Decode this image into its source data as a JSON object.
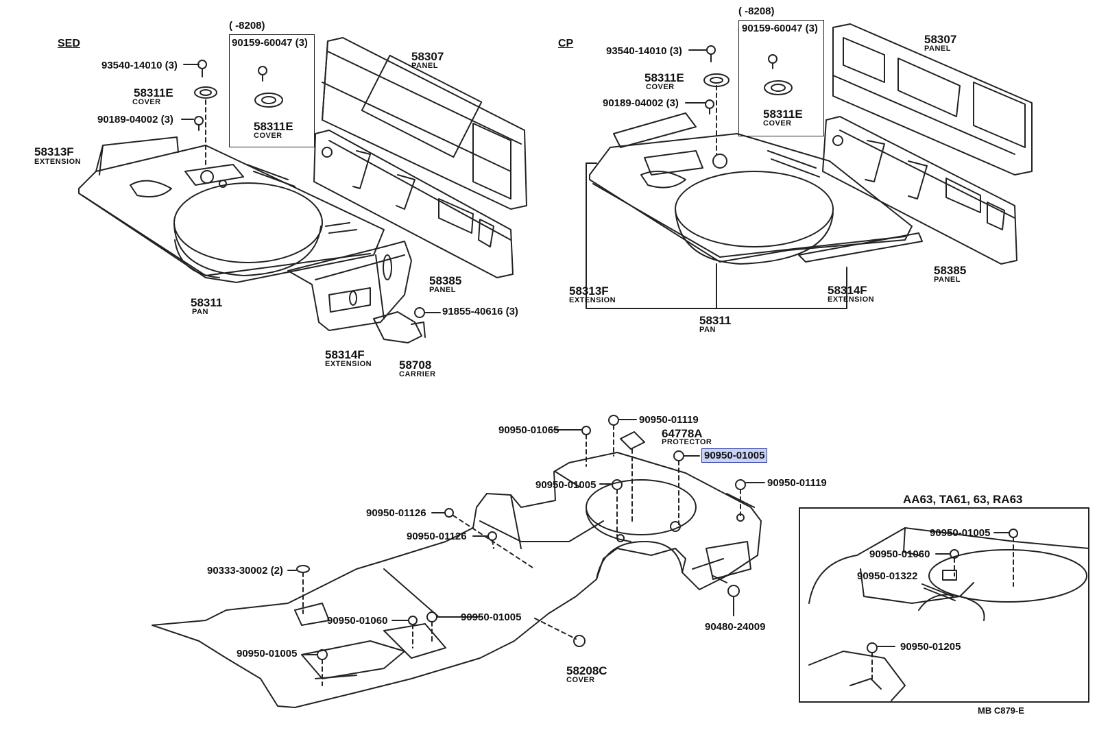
{
  "sections": {
    "sedan": "SED",
    "coupe": "CP"
  },
  "sedan": {
    "bracket_range": "(      -8208)",
    "labels": {
      "p93540": "93540-14010 (3)",
      "p90159": "90159-60047 (3)",
      "p58311e_a_num": "58311E",
      "p58311e_a_sub": "COVER",
      "p58311e_b_num": "58311E",
      "p58311e_b_sub": "COVER",
      "p90189": "90189-04002 (3)",
      "p58313f_num": "58313F",
      "p58313f_sub": "EXTENSION",
      "p58307_num": "58307",
      "p58307_sub": "PANEL",
      "p58311_num": "58311",
      "p58311_sub": "PAN",
      "p58385_num": "58385",
      "p58385_sub": "PANEL",
      "p91855": "91855-40616 (3)",
      "p58314f_num": "58314F",
      "p58314f_sub": "EXTENSION",
      "p58708_num": "58708",
      "p58708_sub": "CARRIER"
    }
  },
  "coupe": {
    "bracket_range": "(      -8208)",
    "labels": {
      "p93540": "93540-14010 (3)",
      "p90159": "90159-60047 (3)",
      "p58311e_a_num": "58311E",
      "p58311e_a_sub": "COVER",
      "p58311e_b_num": "58311E",
      "p58311e_b_sub": "COVER",
      "p90189": "90189-04002 (3)",
      "p58307_num": "58307",
      "p58307_sub": "PANEL",
      "p58385_num": "58385",
      "p58385_sub": "PANEL",
      "p58313f_num": "58313F",
      "p58313f_sub": "EXTENSION",
      "p58314f_num": "58314F",
      "p58314f_sub": "EXTENSION",
      "p58311_num": "58311",
      "p58311_sub": "PAN"
    }
  },
  "floor": {
    "labels": {
      "p90950_01119_a": "90950-01119",
      "p90950_01065": "90950-01065",
      "p64778a_num": "64778A",
      "p64778a_sub": "PROTECTOR",
      "p90950_01005_hl": "90950-01005",
      "p90950_01005_a": "90950-01005",
      "p90950_01119_b": "90950-01119",
      "p90950_01126_a": "90950-01126",
      "p90950_01126_b": "90950-01126",
      "p90333": "90333-30002 (2)",
      "p90950_01060": "90950-01060",
      "p90950_01005_b": "90950-01005",
      "p90950_01005_c": "90950-01005",
      "p90480": "90480-24009",
      "p58208c_num": "58208C",
      "p58208c_sub": "COVER"
    }
  },
  "inset": {
    "title": "AA63, TA61, 63, RA63",
    "labels": {
      "p90950_01005": "90950-01005",
      "p90950_01060": "90950-01060",
      "p90950_01322": "90950-01322",
      "p90950_01205": "90950-01205"
    }
  },
  "footer_code": "MB  C879-E",
  "colors": {
    "line": "#222222",
    "highlight_fill": "#c9d3f7",
    "highlight_border": "#2c3da8"
  }
}
